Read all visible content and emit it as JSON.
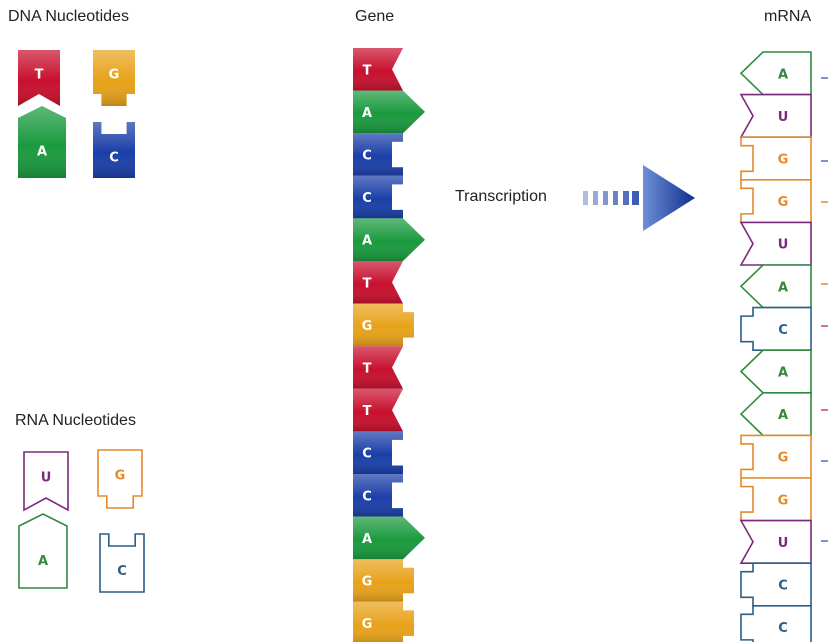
{
  "headings": {
    "dna": "DNA Nucleotides",
    "gene": "Gene",
    "mrna": "mRNA",
    "rna": "RNA Nucleotides"
  },
  "arrow_label": "Transcription",
  "colors": {
    "T": "#c8102e",
    "A": "#1a9a3e",
    "C": "#1b3fa8",
    "G": "#e8a21a",
    "rna_U": "#7a2a7a",
    "rna_A": "#2e8b3e",
    "rna_G": "#e48a2a",
    "rna_C": "#2a5f8a",
    "arrow": "#1b3fa8"
  },
  "dna_legend": [
    "T",
    "G",
    "A",
    "C"
  ],
  "rna_legend": [
    "U",
    "G",
    "A",
    "C"
  ],
  "gene_sequence": [
    "T",
    "A",
    "C",
    "C",
    "A",
    "T",
    "G",
    "T",
    "T",
    "C",
    "C",
    "A",
    "G",
    "G"
  ],
  "mrna_sequence": [
    "A",
    "U",
    "G",
    "G",
    "U",
    "A",
    "C",
    "A",
    "A",
    "G",
    "G",
    "U",
    "C",
    "C"
  ]
}
